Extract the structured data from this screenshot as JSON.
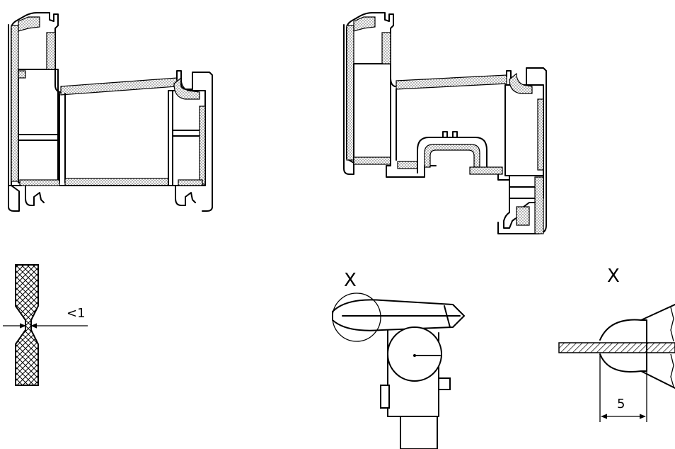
{
  "figures": {
    "detail_x_left": {
      "label": "X"
    },
    "detail_x_right": {
      "label": "X"
    }
  },
  "dimensions": {
    "thickness": "<1",
    "length": "5"
  },
  "colors": {
    "ink": "#000000",
    "paper": "#ffffff"
  }
}
